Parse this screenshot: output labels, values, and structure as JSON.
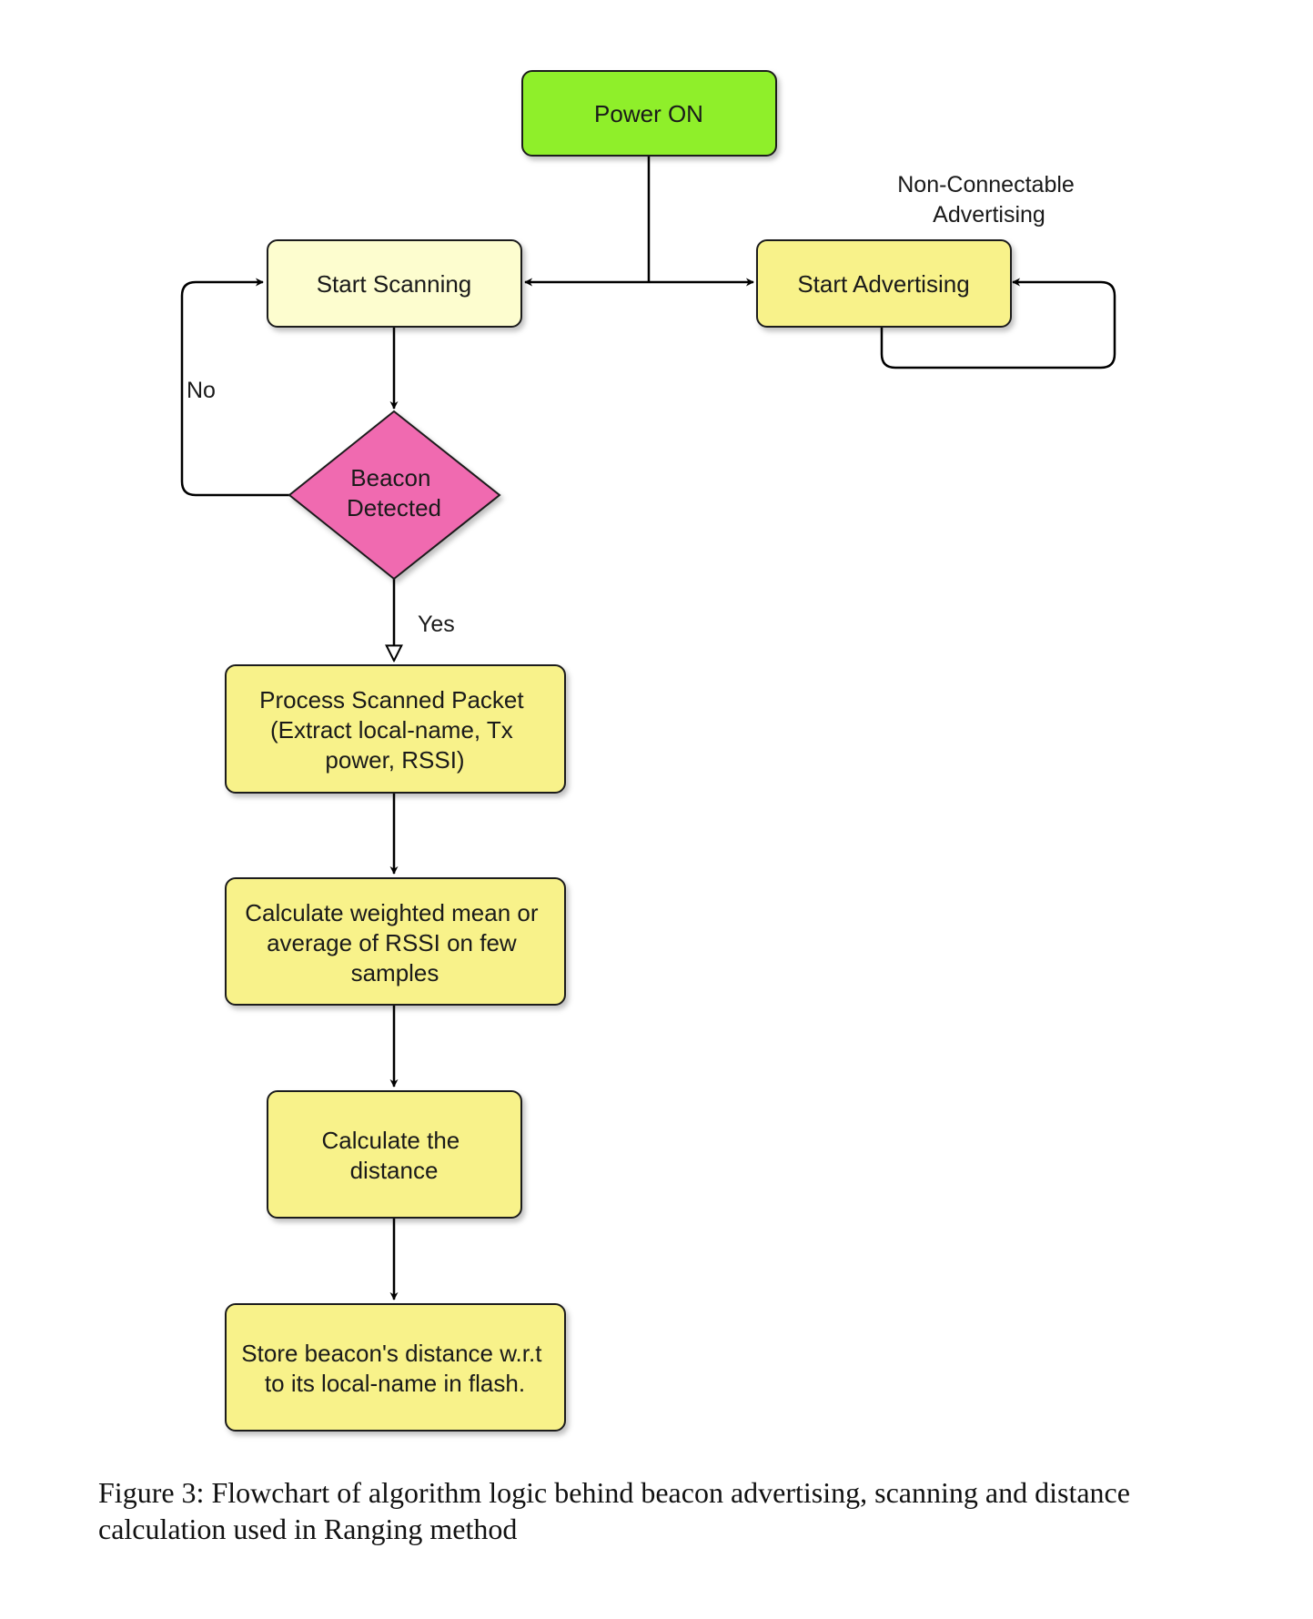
{
  "diagram": {
    "nodes": {
      "power_on": {
        "lines": [
          "Power ON"
        ],
        "fill": "#8fef2c"
      },
      "start_scanning": {
        "lines": [
          "Start Scanning"
        ],
        "fill": "#fdfdcf"
      },
      "start_advertising": {
        "lines": [
          "Start Advertising"
        ],
        "fill": "#f8f28a"
      },
      "beacon_detected": {
        "lines": [
          "Beacon",
          "Detected"
        ],
        "fill": "#f06ab0"
      },
      "process_packet": {
        "lines": [
          "Process Scanned Packet",
          "(Extract local-name, Tx",
          "power, RSSI)"
        ],
        "fill": "#f8f28a"
      },
      "calc_mean": {
        "lines": [
          "Calculate weighted mean or",
          "average of RSSI on few",
          "samples"
        ],
        "fill": "#f8f28a"
      },
      "calc_distance": {
        "lines": [
          "Calculate the",
          "distance"
        ],
        "fill": "#f8f28a"
      },
      "store_distance": {
        "lines": [
          "Store beacon's distance w.r.t",
          "to its local-name in flash."
        ],
        "fill": "#f8f28a"
      }
    },
    "labels": {
      "non_connectable": [
        "Non-Connectable",
        "Advertising"
      ],
      "no": "No",
      "yes": "Yes"
    }
  },
  "caption": "Figure 3: Flowchart of algorithm logic behind beacon advertising, scanning and distance calculation used in Ranging method"
}
